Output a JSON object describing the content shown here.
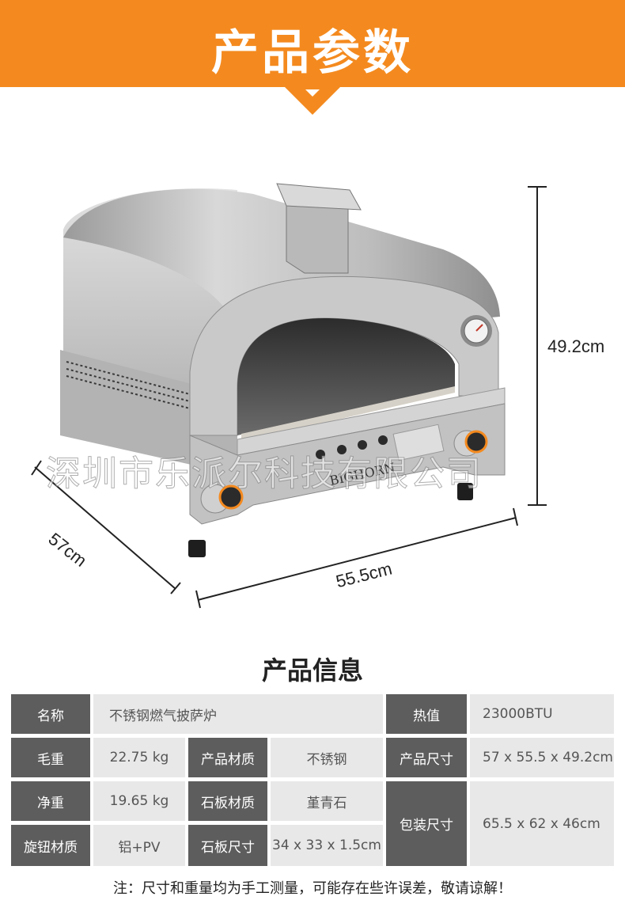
{
  "banner": {
    "title": "产品参数",
    "color": "#f48a1f"
  },
  "dimensions": {
    "height": "49.2cm",
    "depth": "57cm",
    "width": "55.5cm"
  },
  "product": {
    "brand": "BIGHORN"
  },
  "watermark": "深圳市乐派尔科技有限公司",
  "info": {
    "title": "产品信息",
    "name_label": "名称",
    "name_value": "不锈钢燃气披萨炉",
    "heat_label": "热值",
    "heat_value": "23000BTU",
    "gross_label": "毛重",
    "gross_value": "22.75 kg",
    "material_label": "产品材质",
    "material_value": "不锈钢",
    "size_label": "产品尺寸",
    "size_value": "57 x 55.5 x 49.2cm",
    "net_label": "净重",
    "net_value": "19.65 kg",
    "stone_material_label": "石板材质",
    "stone_material_value": "堇青石",
    "package_label": "包装尺寸",
    "package_value": "65.5 x 62 x 46cm",
    "knob_label": "旋钮材质",
    "knob_value": "铝+PV",
    "stone_size_label": "石板尺寸",
    "stone_size_value": "34 x 33 x 1.5cm"
  },
  "note": "注：尺寸和重量均为手工测量，可能存在些许误差，敬请谅解！"
}
